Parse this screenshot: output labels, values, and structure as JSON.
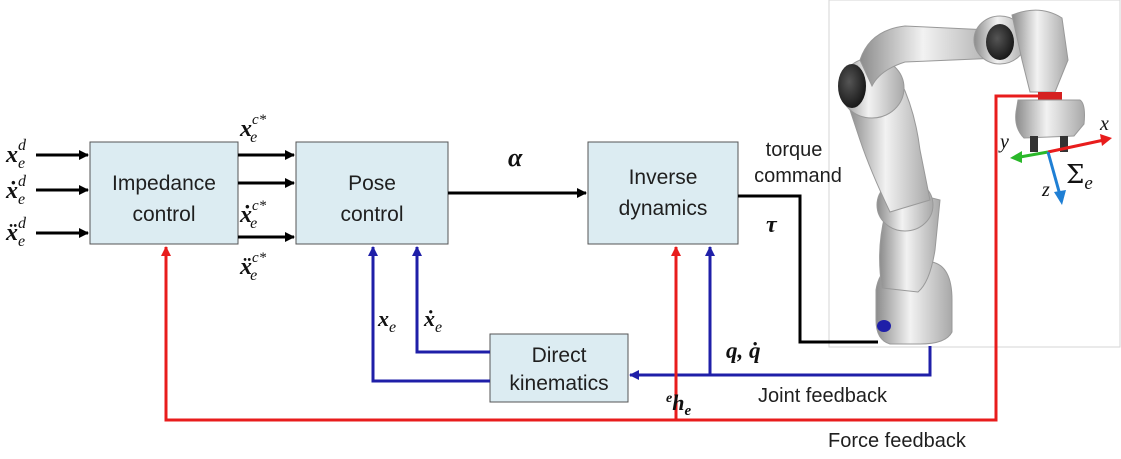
{
  "blocks": {
    "impedance": [
      "Impedance",
      "control"
    ],
    "pose": [
      "Pose",
      "control"
    ],
    "inverse": [
      "Inverse",
      "dynamics"
    ],
    "direct": [
      "Direct",
      "kinematics"
    ]
  },
  "signals": {
    "torque_command": [
      "torque",
      "command"
    ],
    "joint_feedback": "Joint feedback",
    "force_feedback": "Force feedback"
  },
  "frame_axes": {
    "x": "x",
    "y": "y",
    "z": "z"
  },
  "colors": {
    "block_fill": "#dcecf2",
    "signal_black": "#000000",
    "feedback_red": "#e81c1c",
    "feedback_blue": "#1f1fa8",
    "axis_x": "#e81c1c",
    "axis_y": "#2ab82a",
    "axis_z": "#1f7fd4"
  }
}
